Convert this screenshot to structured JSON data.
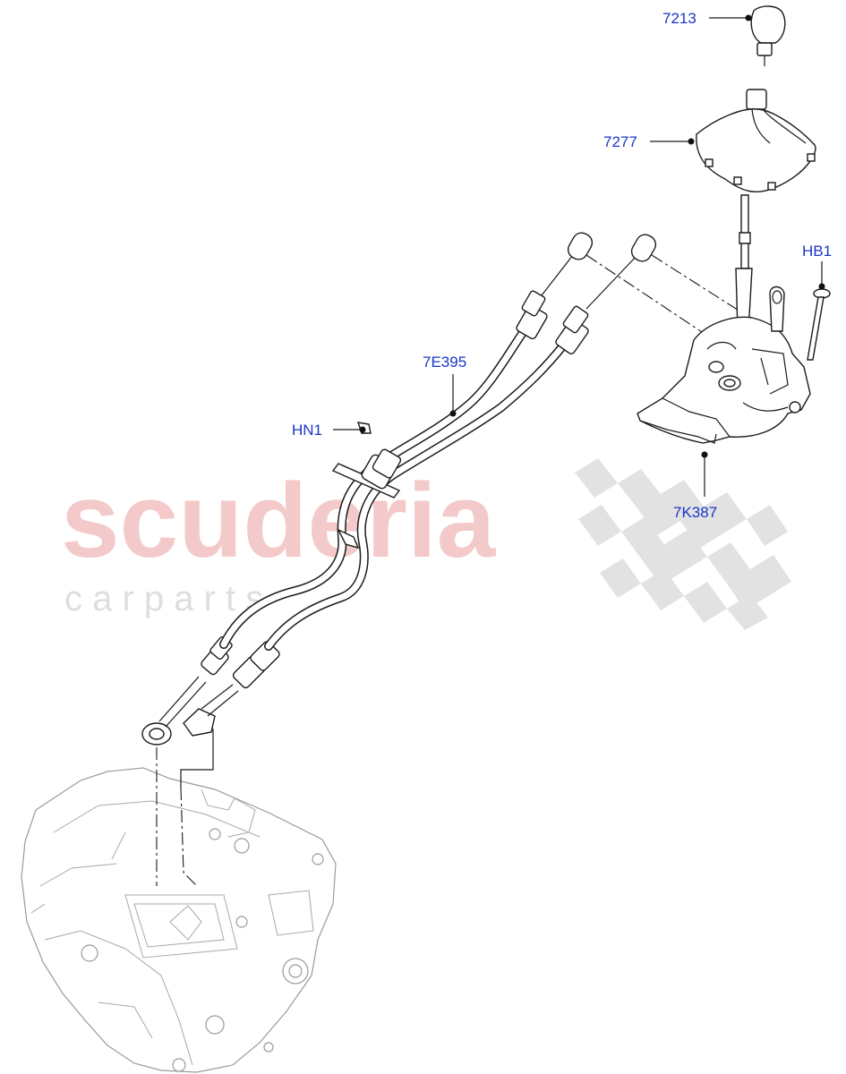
{
  "watermark": {
    "brand": "scuderia",
    "tagline": "c a r   p a r t s"
  },
  "callouts": [
    {
      "id": "7213",
      "label": "7213"
    },
    {
      "id": "7277",
      "label": "7277"
    },
    {
      "id": "HB1",
      "label": "HB1"
    },
    {
      "id": "7E395",
      "label": "7E395"
    },
    {
      "id": "HN1",
      "label": "HN1"
    },
    {
      "id": "7K387",
      "label": "7K387"
    }
  ],
  "colors": {
    "callout_text": "#1a35c8",
    "watermark_brand": "#f4c9c9",
    "watermark_checker": "#dcdcdc",
    "line_art": "#1a1a1a"
  }
}
